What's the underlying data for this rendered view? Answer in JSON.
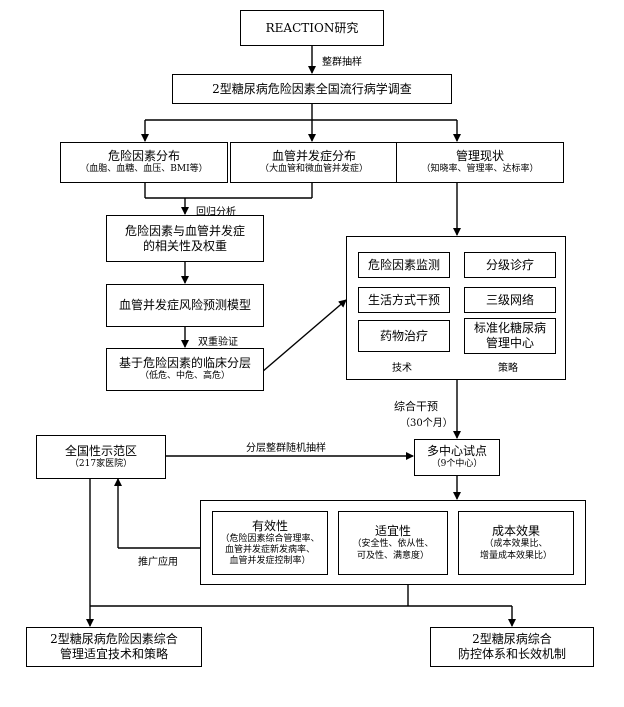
{
  "nodes": {
    "reaction": "REACTION研究",
    "survey": "2型糖尿病危险因素全国流行病学调查",
    "risk": {
      "title": "危险因素分布",
      "sub": "（血脂、血糖、血压、BMI等）"
    },
    "vascular": {
      "title": "血管并发症分布",
      "sub": "（大血管和微血管并发症）"
    },
    "mgmt": {
      "title": "管理现状",
      "sub": "（知晓率、管理率、达标率）"
    },
    "correlation": {
      "line1": "危险因素与血管并发症",
      "line2": "的相关性及权重"
    },
    "model": "血管并发症风险预测模型",
    "stratify": {
      "title": "基于危险因素的临床分层",
      "sub": "（低危、中危、高危）"
    },
    "tech_items": [
      "危险因素监测",
      "生活方式干预",
      "药物治疗"
    ],
    "strategy_items": [
      "分级诊疗",
      "三级网络",
      {
        "line1": "标准化糖尿病",
        "line2": "管理中心"
      }
    ],
    "tech_label": "技术",
    "strategy_label": "策略",
    "demo": {
      "title": "全国性示范区",
      "sub": "（217家医院）"
    },
    "multicenter": {
      "title": "多中心试点",
      "sub": "（9个中心）"
    },
    "effectiveness": {
      "title": "有效性",
      "lines": [
        "（危险因素综合管理率、",
        "血管并发症新发病率、",
        "血管并发症控制率）"
      ]
    },
    "suitability": {
      "title": "适宜性",
      "lines": [
        "（安全性、依从性、",
        "可及性、满意度）"
      ]
    },
    "cost": {
      "title": "成本效果",
      "lines": [
        "（成本效果比、",
        "增量成本效果比）"
      ]
    },
    "out_left": {
      "line1": "2型糖尿病危险因素综合",
      "line2": "管理适宜技术和策略"
    },
    "out_right": {
      "line1": "2型糖尿病综合",
      "line2": "防控体系和长效机制"
    }
  },
  "labels": {
    "cluster": "整群抽样",
    "regression": "回归分析",
    "double_verify": "双重验证",
    "intervention": "综合干预",
    "intervention_sub": "（30个月）",
    "stratified_sampling": "分层整群随机抽样",
    "promote": "推广应用"
  }
}
